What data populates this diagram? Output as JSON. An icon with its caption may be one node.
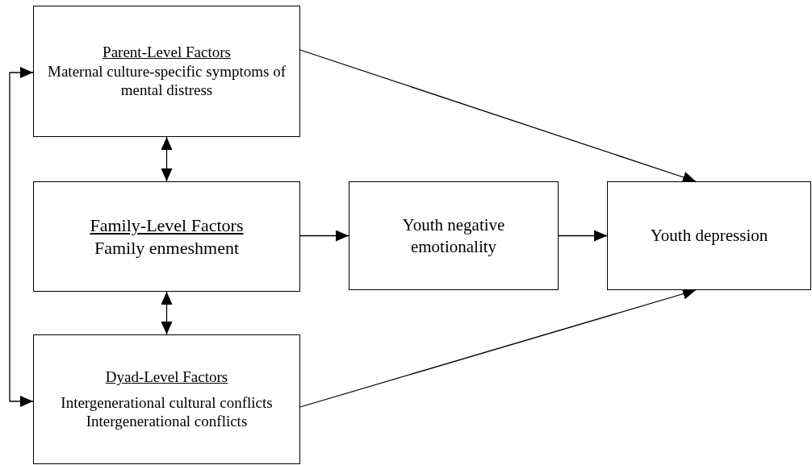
{
  "diagram": {
    "nodes": [
      {
        "text": [
          "Parent-Level Factors",
          "Maternal culture-specific symptoms of mental distress"
        ]
      },
      {
        "text": [
          "Family-Level Factors",
          "Family enmeshment"
        ]
      },
      {
        "text": [
          "Dyad-Level Factors",
          "Intergenerational cultural conflicts",
          "Intergenerational conflicts"
        ]
      },
      {
        "text": [
          "Youth negative emotionality"
        ]
      },
      {
        "text": [
          "Youth depression"
        ]
      }
    ],
    "edges": [
      {
        "from": 0,
        "to": 4,
        "arrow": "to"
      },
      {
        "from": 0,
        "to": 1,
        "arrow": "both"
      },
      {
        "from": 1,
        "to": 3,
        "arrow": "to"
      },
      {
        "from": 3,
        "to": 4,
        "arrow": "to"
      },
      {
        "from": 1,
        "to": 2,
        "arrow": "both"
      },
      {
        "from": 2,
        "to": 4,
        "arrow": "to"
      },
      {
        "from": 0,
        "to": 2,
        "arrow": "both"
      }
    ]
  }
}
